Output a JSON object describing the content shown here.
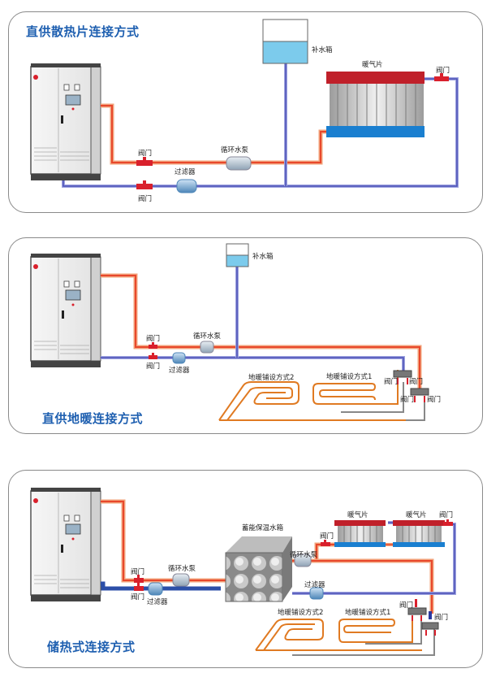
{
  "diagrams": [
    {
      "title": "直供散热片连接方式",
      "labels": {
        "makeup_tank": "补水箱",
        "radiator": "暖气片",
        "valve_radiator": "阀门",
        "valve_supply": "阀门",
        "pump": "循环水泵",
        "filter": "过滤器",
        "valve_return": "阀门"
      }
    },
    {
      "title": "直供地暖连接方式",
      "labels": {
        "makeup_tank": "补水箱",
        "valve_supply": "阀门",
        "pump": "循环水泵",
        "valve_return": "阀门",
        "filter": "过滤器",
        "floor_layout_2": "地暖铺设方式2",
        "floor_layout_1": "地暖铺设方式1",
        "manifold_valve_a_left": "阀门",
        "manifold_valve_a_right": "阀门",
        "manifold_valve_b_left": "阀门",
        "manifold_valve_b_right": "阀门"
      }
    },
    {
      "title": "储热式连接方式",
      "labels": {
        "storage_tank": "蓄能保温水箱",
        "radiator_1": "暖气片",
        "radiator_2": "暖气片",
        "valve_radiator_right": "阀门",
        "valve_radiator_left": "阀门",
        "pump_secondary": "循环水泵",
        "valve_supply": "阀门",
        "pump_primary": "循环水泵",
        "valve_return": "阀门",
        "filter_primary": "过滤器",
        "filter_secondary": "过滤器",
        "floor_layout_2": "地暖铺设方式2",
        "floor_layout_1": "地暖铺设方式1",
        "manifold_valve_a": "阀门",
        "manifold_valve_b": "阀门"
      }
    }
  ],
  "colors": {
    "title": "#1e5fb0",
    "supply_pipe": "#e8482c",
    "return_pipe": "#4a4fb5",
    "valve": "#d9202c",
    "water": "#7ccbec",
    "radiator_top": "#c0202a",
    "radiator_bottom": "#1a7fd0",
    "floor_coil": "#e07a22"
  }
}
